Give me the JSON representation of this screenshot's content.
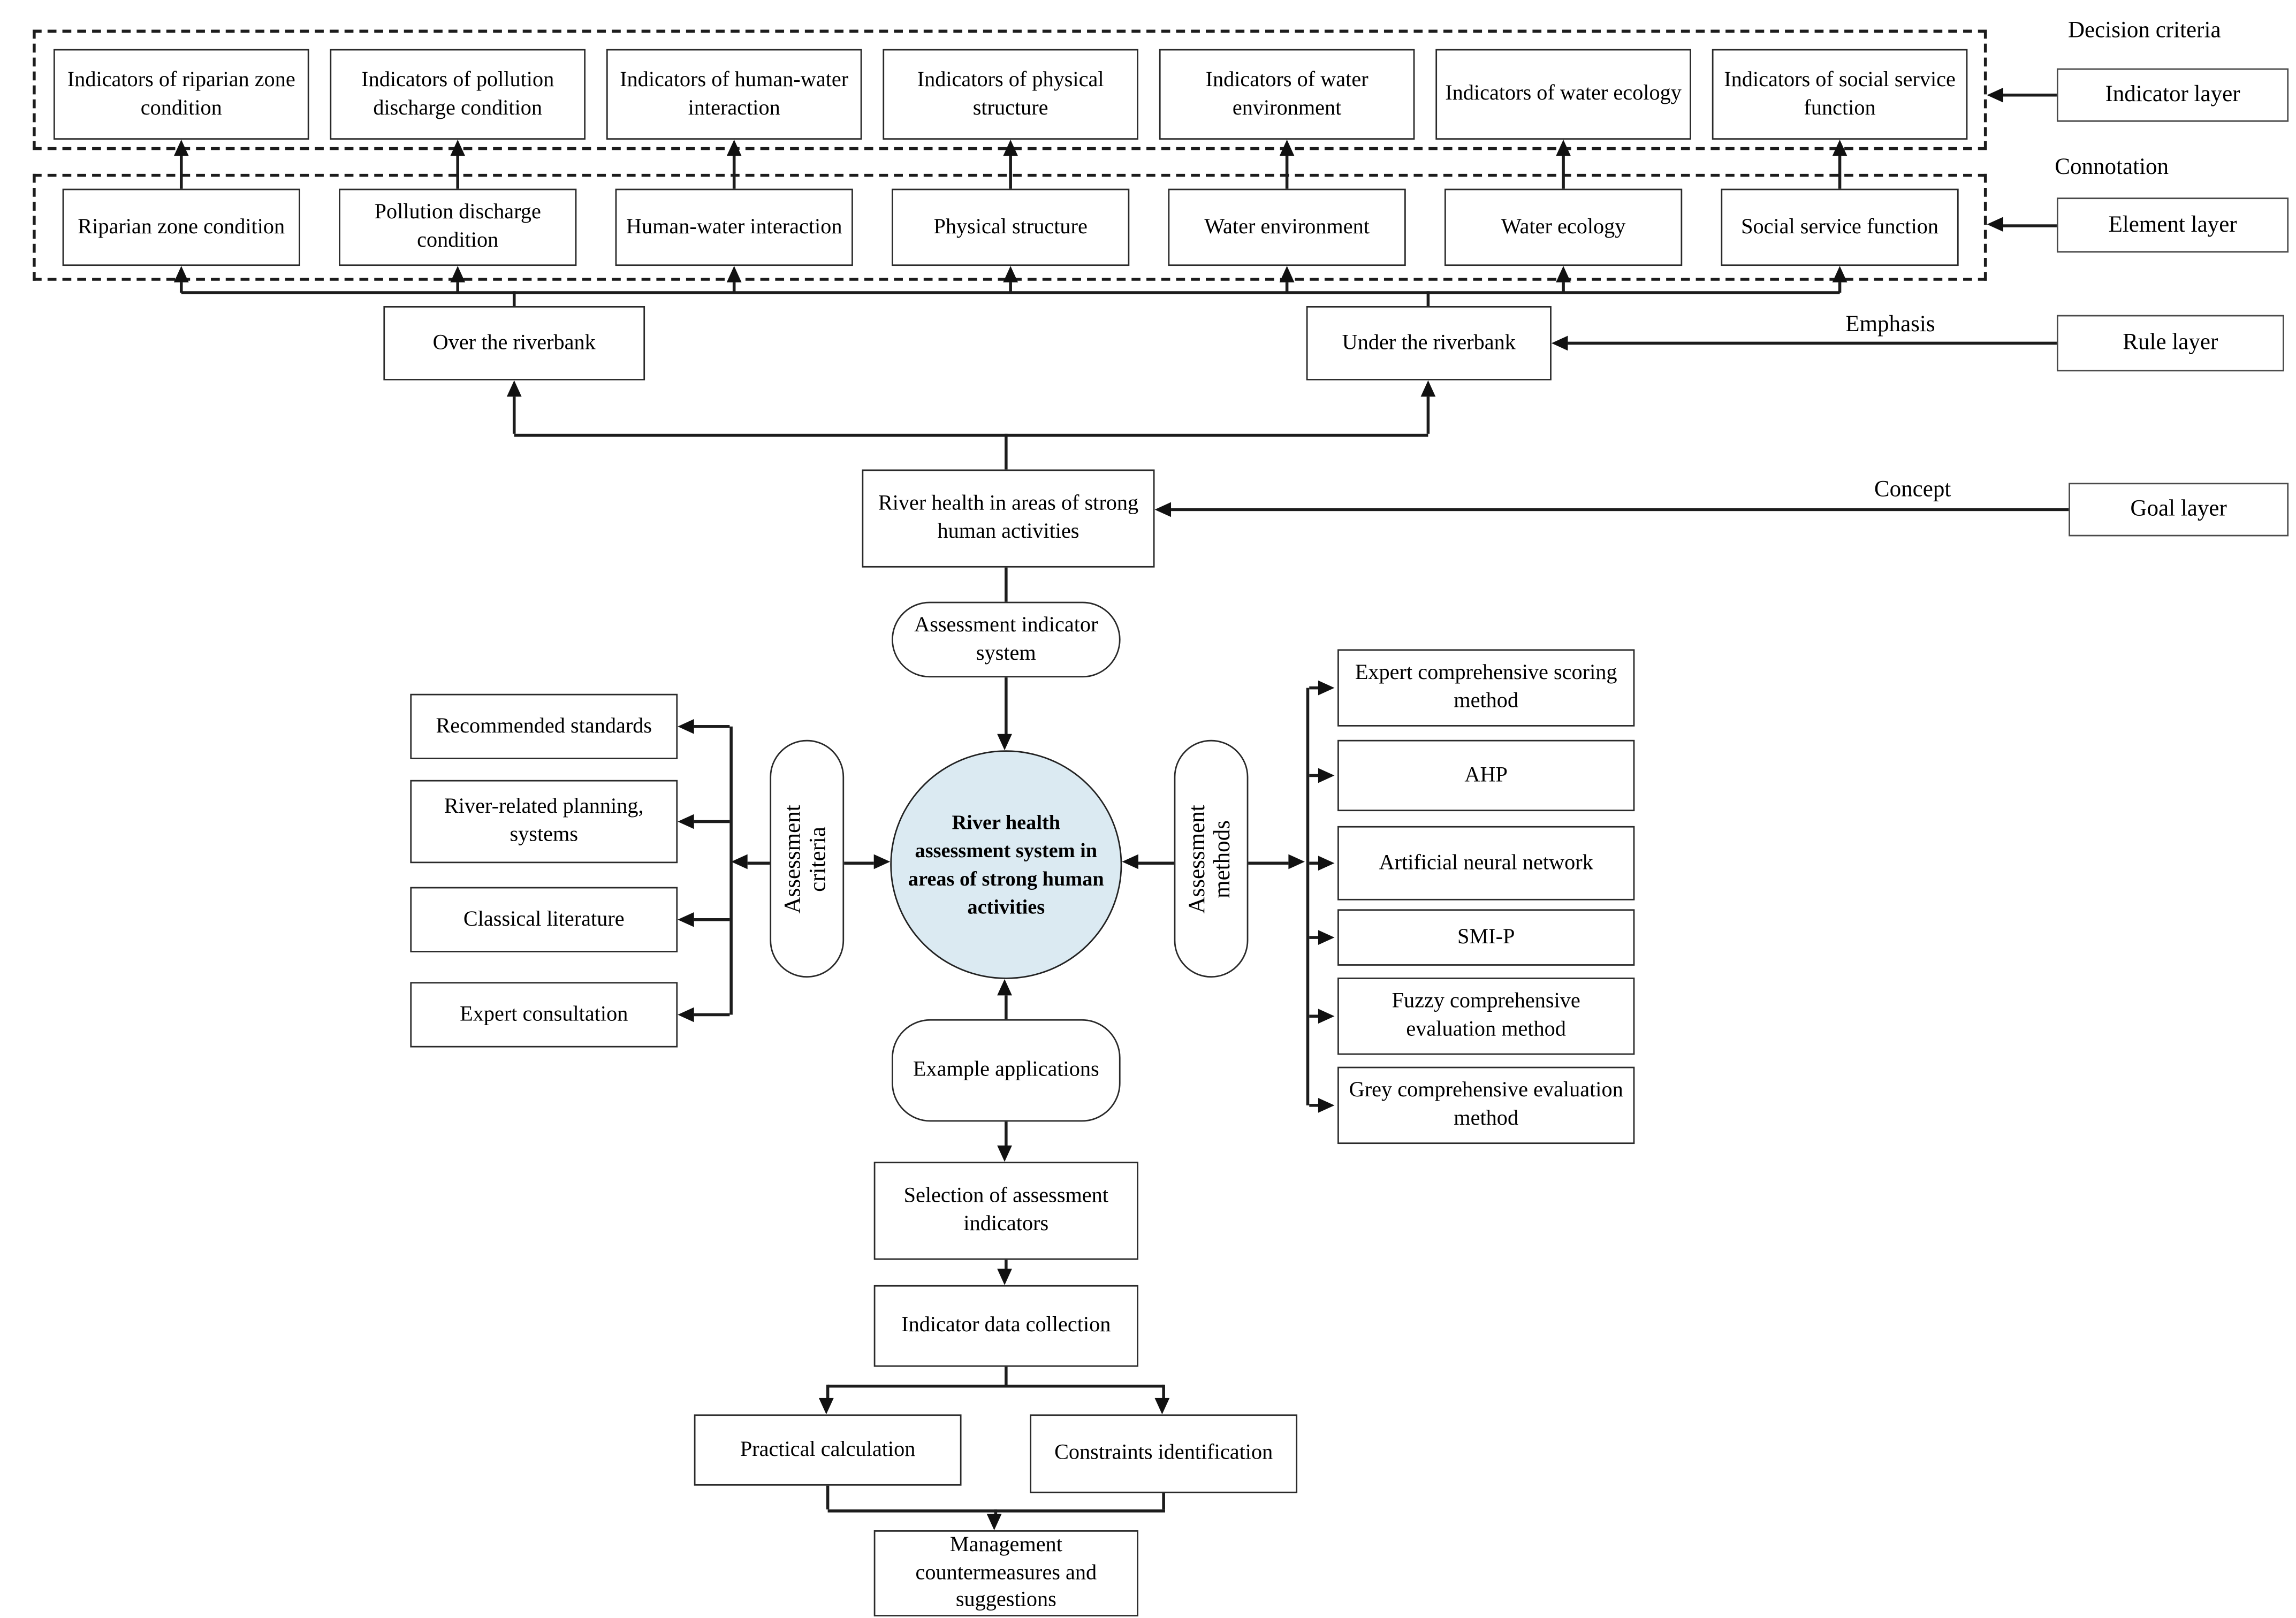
{
  "side_labels": {
    "decision_criteria": "Decision criteria",
    "connotation": "Connotation",
    "emphasis": "Emphasis",
    "concept": "Concept"
  },
  "layer_boxes": {
    "indicator": "Indicator layer",
    "element": "Element layer",
    "rule": "Rule layer",
    "goal": "Goal layer"
  },
  "indicator_row": {
    "items": [
      "Indicators of riparian zone condition",
      "Indicators of pollution discharge condition",
      "Indicators of human-water interaction",
      "Indicators of physical structure",
      "Indicators of water environment",
      "Indicators of water ecology",
      "Indicators of social service function"
    ]
  },
  "element_row": {
    "items": [
      "Riparian zone condition",
      "Pollution discharge condition",
      "Human-water interaction",
      "Physical structure",
      "Water environment",
      "Water ecology",
      "Social service function"
    ]
  },
  "rule_row": {
    "over": "Over the riverbank",
    "under": "Under the riverbank"
  },
  "goal_box": "River health in areas of strong human activities",
  "core": {
    "assessment_indicator_system": "Assessment indicator system",
    "ellipse": "River health assessment system in areas of strong human activities",
    "criteria_stadium": "Assessment criteria",
    "methods_stadium": "Assessment methods",
    "criteria_items": [
      "Recommended standards",
      "River-related planning, systems",
      "Classical literature",
      "Expert consultation"
    ],
    "method_items": [
      "Expert comprehensive scoring method",
      "AHP",
      "Artificial neural network",
      "SMI-P",
      "Fuzzy comprehensive evaluation method",
      "Grey comprehensive evaluation method"
    ]
  },
  "flow": {
    "example_applications": "Example applications",
    "selection": "Selection of assessment indicators",
    "data_collection": "Indicator data collection",
    "practical": "Practical calculation",
    "constraints": "Constraints identification",
    "management": "Management countermeasures and suggestions"
  },
  "colors": {
    "ellipse_fill": "#dbeaf2",
    "line": "#1c1c1c"
  }
}
